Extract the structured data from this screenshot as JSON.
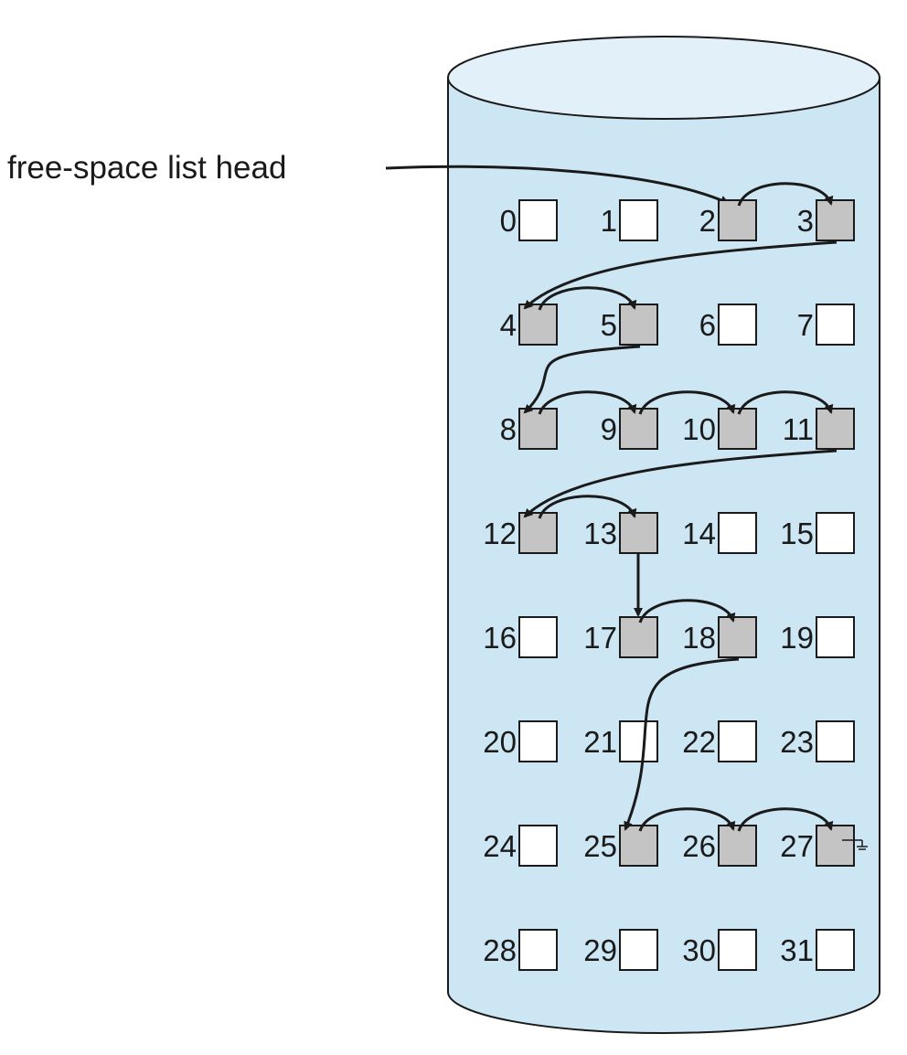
{
  "head_label": "free-space list head",
  "blocks": [
    {
      "label": "0",
      "free": false
    },
    {
      "label": "1",
      "free": false
    },
    {
      "label": "2",
      "free": true
    },
    {
      "label": "3",
      "free": true
    },
    {
      "label": "4",
      "free": true
    },
    {
      "label": "5",
      "free": true
    },
    {
      "label": "6",
      "free": false
    },
    {
      "label": "7",
      "free": false
    },
    {
      "label": "8",
      "free": true
    },
    {
      "label": "9",
      "free": true
    },
    {
      "label": "10",
      "free": true
    },
    {
      "label": "11",
      "free": true
    },
    {
      "label": "12",
      "free": true
    },
    {
      "label": "13",
      "free": true
    },
    {
      "label": "14",
      "free": false
    },
    {
      "label": "15",
      "free": false
    },
    {
      "label": "16",
      "free": false
    },
    {
      "label": "17",
      "free": true
    },
    {
      "label": "18",
      "free": true
    },
    {
      "label": "19",
      "free": false
    },
    {
      "label": "20",
      "free": false
    },
    {
      "label": "21",
      "free": false
    },
    {
      "label": "22",
      "free": false
    },
    {
      "label": "23",
      "free": false
    },
    {
      "label": "24",
      "free": false
    },
    {
      "label": "25",
      "free": true
    },
    {
      "label": "26",
      "free": true
    },
    {
      "label": "27",
      "free": true
    },
    {
      "label": "28",
      "free": false
    },
    {
      "label": "29",
      "free": false
    },
    {
      "label": "30",
      "free": false
    },
    {
      "label": "31",
      "free": false
    }
  ],
  "free_list_order": [
    2,
    3,
    4,
    5,
    8,
    9,
    10,
    11,
    12,
    13,
    17,
    18,
    25,
    26,
    27
  ],
  "colors": {
    "cylinder_fill": "#cde6f3",
    "cylinder_top": "#e2f1f9",
    "free_block": "#c4c4c4",
    "allocated_block": "#ffffff",
    "stroke": "#1a1a1a"
  }
}
